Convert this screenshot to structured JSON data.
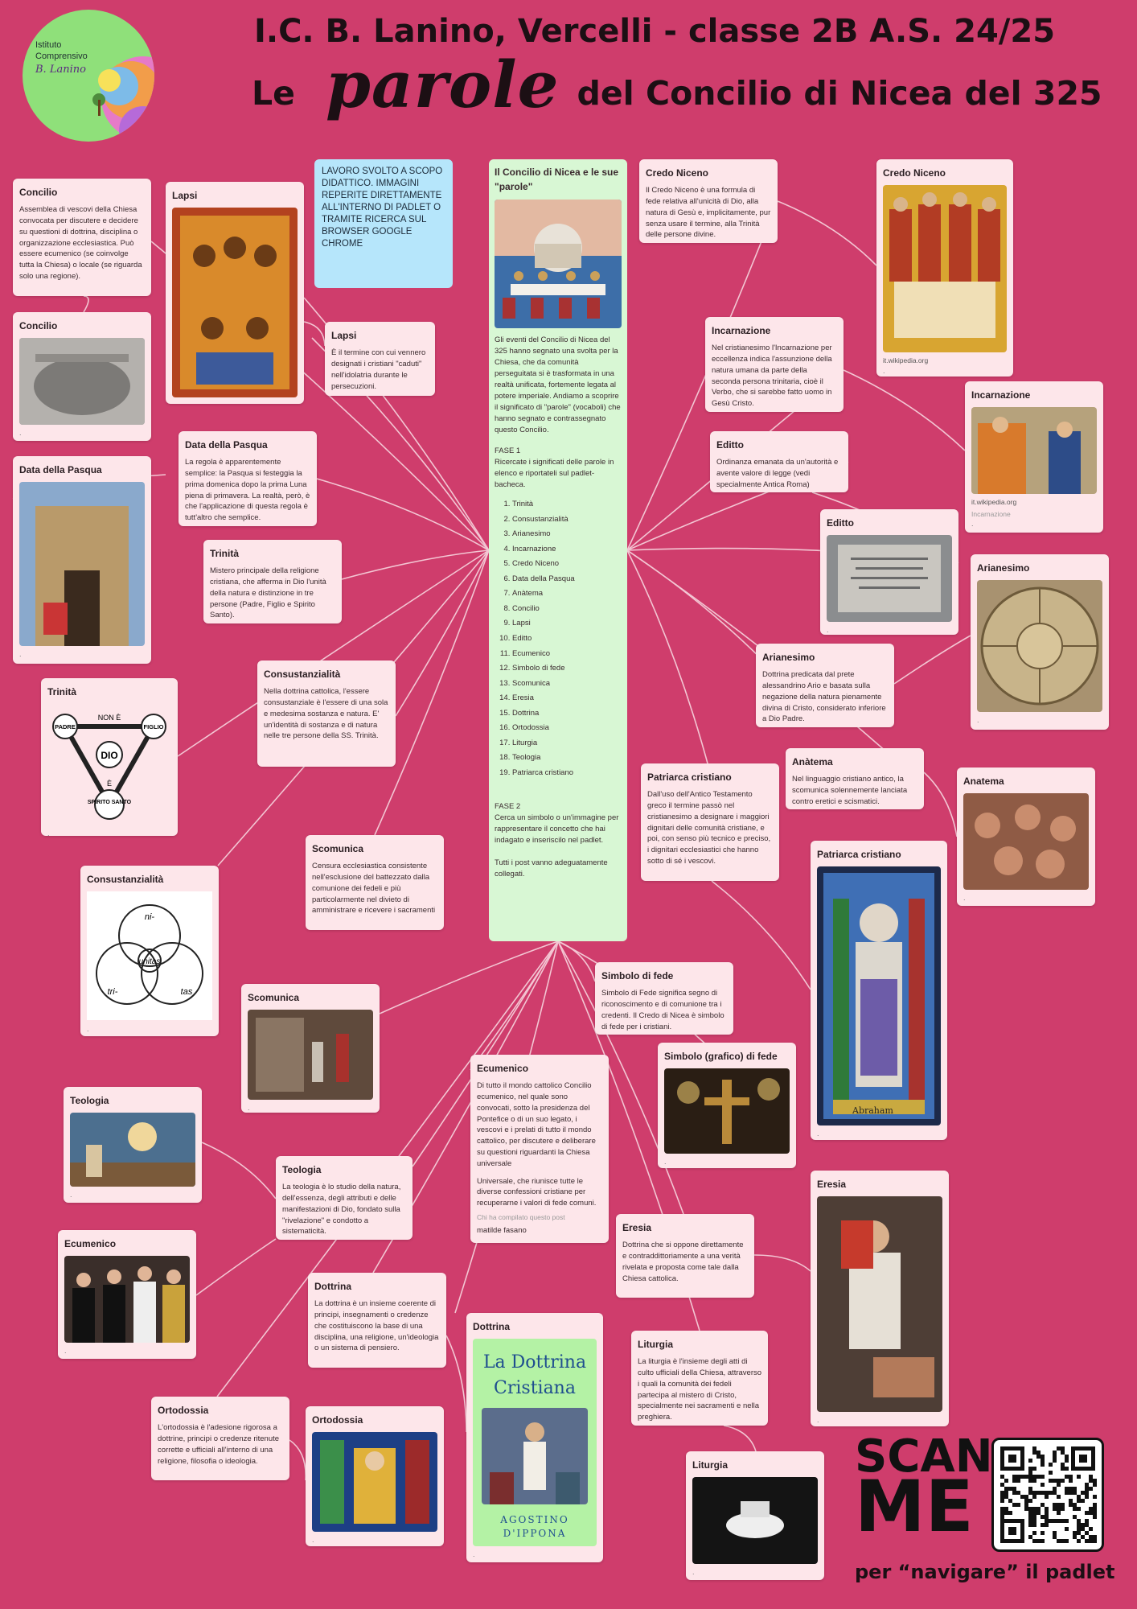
{
  "header": {
    "line1": "I.C. B. Lanino, Vercelli - classe 2B A.S. 24/25",
    "line2_pre": "Le",
    "line2_word": "parole",
    "line2_post": "del Concilio di Nicea del 325"
  },
  "logo": {
    "line1": "Istituto",
    "line2": "Comprensivo",
    "line3": "B. Lanino"
  },
  "note": "LAVORO SVOLTO A SCOPO DIDATTICO. IMMAGINI REPERITE DIRETTAMENTE ALL'INTERNO DI PADLET O TRAMITE RICERCA SUL BROWSER GOOGLE CHROME",
  "center": {
    "title": "Il Concilio di Nicea e le sue \"parole\"",
    "intro": "Gli eventi del Concilio di Nicea del 325 hanno segnato una svolta per la Chiesa, che da comunità perseguitata si è trasformata in una realtà unificata, fortemente legata al potere imperiale. Andiamo a scoprire il significato di \"parole\" (vocaboli) che hanno segnato e contrassegnato questo Concilio.",
    "fase1_title": "FASE 1",
    "fase1_text": "Ricercate i significati delle parole in elenco e riportateli sul padlet-bacheca.",
    "list": [
      "Trinità",
      "Consustanzialità",
      "Arianesimo",
      "Incarnazione",
      "Credo Niceno",
      "Data della Pasqua",
      "Anàtema",
      "Concilio",
      "Lapsi",
      "Editto",
      "Ecumenico",
      "Simbolo di fede",
      "Scomunica",
      "Eresia",
      "Dottrina",
      "Ortodossia",
      "Liturgia",
      "Teologia",
      "Patriarca cristiano"
    ],
    "fase2_title": "FASE 2",
    "fase2_text": "Cerca un simbolo o un'immagine per rappresentare il concetto che hai indagato e inseriscilo nel padlet.",
    "closing": "Tutti i post vanno adeguatamente collegati."
  },
  "cards": {
    "concilio_text": {
      "title": "Concilio",
      "text": "Assemblea di vescovi della Chiesa convocata per discutere e decidere su questioni di dottrina, disciplina o organizzazione ecclesiastica. Può essere ecumenico (se coinvolge tutta la Chiesa) o locale (se riguarda solo una regione)."
    },
    "concilio_img": {
      "title": "Concilio",
      "dot": "."
    },
    "lapsi_img": {
      "title": "Lapsi"
    },
    "lapsi_text": {
      "title": "Lapsi",
      "text": "È il termine con cui vennero designati i cristiani \"caduti\" nell'idolatria durante le persecuzioni."
    },
    "pasqua_img": {
      "title": "Data della Pasqua",
      "dot": "."
    },
    "pasqua_text": {
      "title": "Data della Pasqua",
      "text": "La regola è apparentemente semplice: la Pasqua si festeggia la prima domenica dopo la prima Luna piena di primavera. La realtà, però, è che l'applicazione di questa regola è tutt'altro che semplice."
    },
    "trinita_text": {
      "title": "Trinità",
      "text": "Mistero principale della religione cristiana, che afferma in Dio l'unità della natura e distinzione in tre persone (Padre, Figlio e Spirito Santo)."
    },
    "trinita_img": {
      "title": "Trinità",
      "dot": ".",
      "padre": "PADRE",
      "figlio": "FIGLIO",
      "dio": "DIO",
      "spirito": "SPIRITO SANTO",
      "nonE": "NON È",
      "e": "È"
    },
    "consust_text": {
      "title": "Consustanzialità",
      "text": "Nella dottrina cattolica, l'essere consustanziale è l'essere di una sola e medesima sostanza e natura. E' un'identità di sostanza e di natura nelle tre persone della SS. Trinità."
    },
    "consust_img": {
      "title": "Consustanzialità",
      "dot": ".",
      "ni": "ni-",
      "tri": "tri-",
      "tas": "tas",
      "unitas": "unitas"
    },
    "scomunica_text": {
      "title": "Scomunica",
      "text": "Censura ecclesiastica consistente nell'esclusione del battezzato dalla comunione dei fedeli e più particolarmente nel divieto di amministrare e ricevere i sacramenti"
    },
    "scomunica_img": {
      "title": "Scomunica",
      "dot": "."
    },
    "teologia_img": {
      "title": "Teologia",
      "dot": "."
    },
    "teologia_text": {
      "title": "Teologia",
      "text": "La teologia è lo studio della natura, dell'essenza, degli attributi e delle manifestazioni di Dio, fondato sulla \"rivelazione\" e condotto a sistematicità."
    },
    "ecumenico_img": {
      "title": "Ecumenico",
      "dot": "."
    },
    "ecumenico_text": {
      "title": "Ecumenico",
      "text": "Di tutto il mondo cattolico Concilio ecumenico, nel quale sono convocati, sotto la presidenza del Pontefice o di un suo legato, i vescovi e i prelati di tutto il mondo cattolico, per discutere e deliberare su questioni riguardanti la Chiesa universale",
      "text2": "Universale, che riunisce tutte le diverse confessioni cristiane per recuperarne i valori di fede comuni.",
      "by": "Chi ha compilato questo post",
      "author": "matilde fasano"
    },
    "dottrina_text": {
      "title": "Dottrina",
      "text": "La dottrina è un insieme coerente di principi, insegnamenti o credenze che costituiscono la base di una disciplina, una religione, un'ideologia o un sistema di pensiero."
    },
    "dottrina_img": {
      "title": "Dottrina",
      "dot": ".",
      "book1": "La Dottrina",
      "book2": "Cristiana",
      "author1": "AGOSTINO",
      "author2": "D'IPPONA"
    },
    "ortodossia_text": {
      "title": "Ortodossia",
      "text": "L'ortodossia è l'adesione rigorosa a dottrine, principi o credenze ritenute corrette e ufficiali all'interno di una religione, filosofia o ideologia."
    },
    "ortodossia_img": {
      "title": "Ortodossia",
      "dot": "."
    },
    "credo_text": {
      "title": "Credo Niceno",
      "text": "Il Credo Niceno è una formula di fede relativa all'unicità di Dio, alla natura di Gesù e, implicitamente, pur senza usare il termine, alla Trinità delle persone divine."
    },
    "credo_img": {
      "title": "Credo Niceno",
      "source": "it.wikipedia.org",
      "dot": "."
    },
    "incarn_text": {
      "title": "Incarnazione",
      "text": "Nel cristianesimo l'Incarnazione per eccellenza indica l'assunzione della natura umana da parte della seconda persona trinitaria, cioè il Verbo, che si sarebbe fatto uomo in Gesù Cristo."
    },
    "incarn_img": {
      "title": "Incarnazione",
      "source": "it.wikipedia.org",
      "caption": "Incarnazione",
      "dot": "."
    },
    "editto_text": {
      "title": "Editto",
      "text": "Ordinanza emanata da un'autorità e avente valore di legge (vedi specialmente Antica Roma)"
    },
    "editto_img": {
      "title": "Editto",
      "dot": "."
    },
    "arian_img": {
      "title": "Arianesimo",
      "dot": "."
    },
    "arian_text": {
      "title": "Arianesimo",
      "text": "Dottrina predicata dal prete alessandrino Ario e basata sulla negazione della natura pienamente divina di Cristo, considerato inferiore a Dio Padre."
    },
    "anatema_text": {
      "title": "Anàtema",
      "text": "Nel linguaggio cristiano antico, la scomunica solennemente lanciata contro eretici e scismatici."
    },
    "anatema_img": {
      "title": "Anatema",
      "dot": "."
    },
    "patriarca_text": {
      "title": "Patriarca cristiano",
      "text": "Dall'uso dell'Antico Testamento greco il termine passò nel cristianesimo a designare i maggiori dignitari delle comunità cristiane, e poi, con senso più tecnico e preciso, i dignitari ecclesiastici che hanno sotto di sé i vescovi."
    },
    "patriarca_img": {
      "title": "Patriarca cristiano",
      "dot": ".",
      "caption": "Abraham"
    },
    "simbolo_text": {
      "title": "Simbolo di fede",
      "text": "Simbolo di Fede significa segno di riconoscimento e di comunione tra i credenti. Il Credo di Nicea è simbolo di fede per i cristiani."
    },
    "simbolo_img": {
      "title": "Simbolo (grafico) di fede",
      "dot": "."
    },
    "eresia_img": {
      "title": "Eresia",
      "dot": "."
    },
    "eresia_text": {
      "title": "Eresia",
      "text": "Dottrina che si oppone direttamente e contraddittoriamente a una verità rivelata e proposta come tale dalla Chiesa cattolica."
    },
    "liturgia_text": {
      "title": "Liturgia",
      "text": "La liturgia è l'insieme degli atti di culto ufficiali della Chiesa, attraverso i quali la comunità dei fedeli partecipa al mistero di Cristo, specialmente nei sacramenti e nella preghiera."
    },
    "liturgia_img": {
      "title": "Liturgia",
      "dot": "."
    }
  },
  "scan": {
    "line1": "SCAN",
    "line2": "ME",
    "caption": "per “navigare” il padlet"
  },
  "colors": {
    "background": "#cf3d6c",
    "card": "#fde6ea",
    "center": "#d8f7d4",
    "note": "#b6e6fb",
    "connector": "#f3c6d3"
  }
}
